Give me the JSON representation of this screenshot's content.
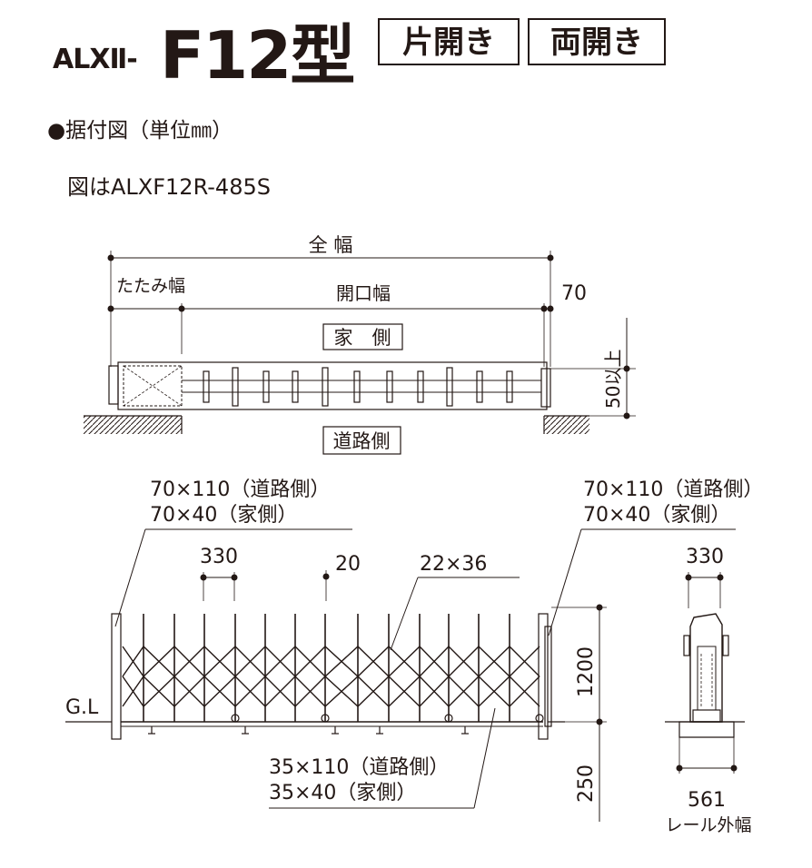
{
  "title": {
    "prefix": "ALXⅡ-",
    "model": "F12型"
  },
  "badges": [
    "片開き",
    "両開き"
  ],
  "heading": "●据付図（単位㎜）",
  "caption": "図はALXF12R-485S",
  "plan": {
    "full_width": "全 幅",
    "fold_width": "たたみ幅",
    "opening_width": "開口幅",
    "clearance": "70",
    "house_side": "家　側",
    "road_side": "道路側",
    "min_depth": "50以上"
  },
  "elevation": {
    "post_left_1": "70×110（道路側）",
    "post_left_2": "70×40（家側）",
    "post_right_1": "70×110（道路側）",
    "post_right_2": "70×40（家側）",
    "pitch": "330",
    "gap": "20",
    "bar_size": "22×36",
    "bottom_1": "35×110（道路側）",
    "bottom_2": "35×40（家側）",
    "ground_line": "G.L",
    "height": "1200",
    "below_ground": "250"
  },
  "side": {
    "top_width": "330",
    "rail_width": "561",
    "rail_label": "レール外幅"
  }
}
